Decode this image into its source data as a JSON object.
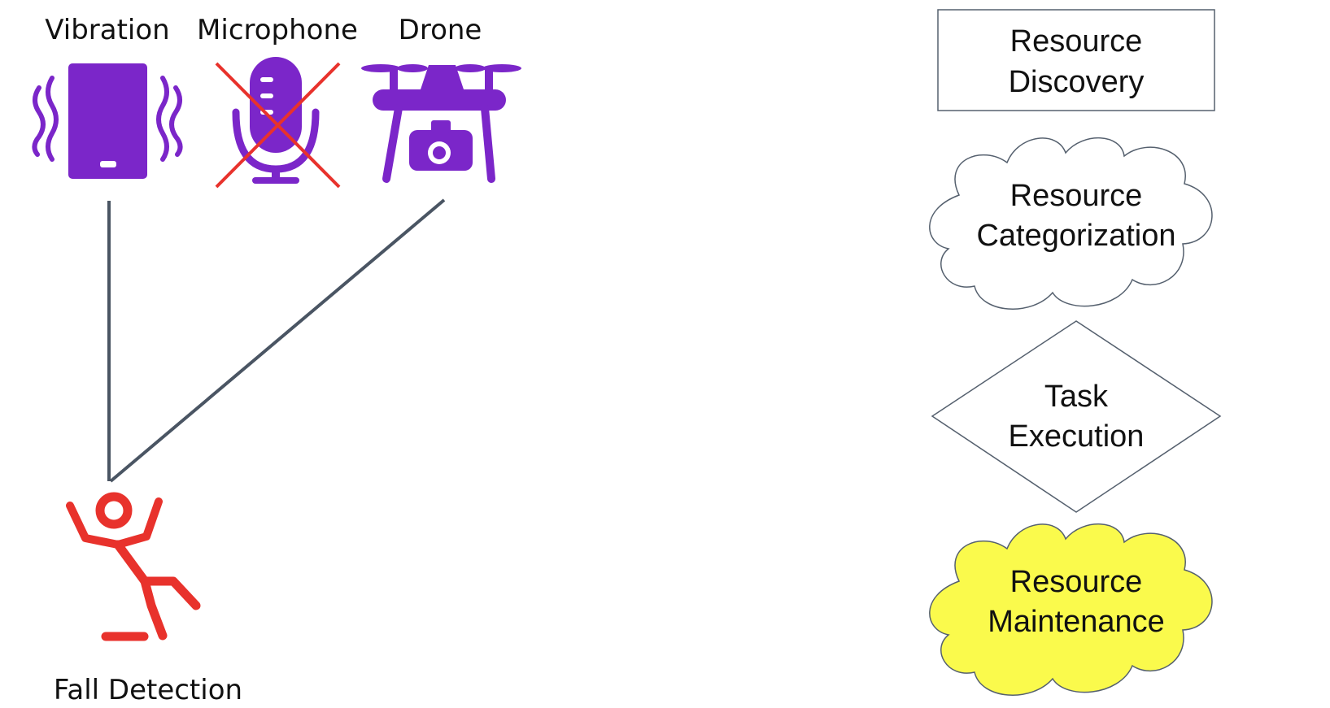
{
  "colors": {
    "sensor_purple": "#7b26c9",
    "alert_red": "#e8322c",
    "connector_gray": "#4a5563",
    "outline_gray": "#55606e",
    "maintenance_fill": "#fafa4c"
  },
  "sensors": [
    {
      "name": "vibration",
      "label": "Vibration",
      "icon": "vibrating-phone-icon",
      "enabled": true,
      "connected": true
    },
    {
      "name": "microphone",
      "label": "Microphone",
      "icon": "microphone-icon",
      "enabled": false,
      "connected": false
    },
    {
      "name": "drone",
      "label": "Drone",
      "icon": "camera-drone-icon",
      "enabled": true,
      "connected": true
    }
  ],
  "task": {
    "label": "Fall Detection",
    "icon": "falling-person-icon"
  },
  "flow": [
    {
      "name": "resource-discovery",
      "shape": "rectangle",
      "line1": "Resource",
      "line2": "Discovery"
    },
    {
      "name": "resource-categorization",
      "shape": "cloud",
      "line1": "Resource",
      "line2": "Categorization"
    },
    {
      "name": "task-execution",
      "shape": "diamond",
      "line1": "Task",
      "line2": "Execution"
    },
    {
      "name": "resource-maintenance",
      "shape": "cloud",
      "highlighted": true,
      "line1": "Resource",
      "line2": "Maintenance"
    }
  ]
}
